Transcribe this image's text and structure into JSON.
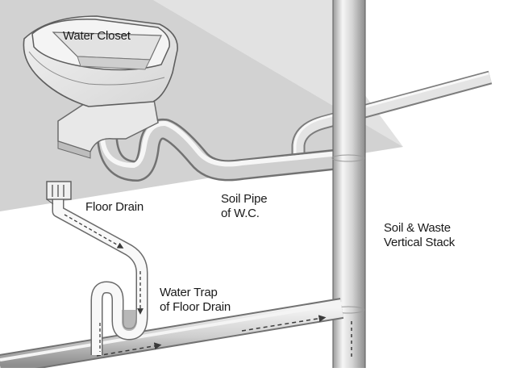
{
  "labels": {
    "water_closet": "Water Closet",
    "floor_drain": "Floor Drain",
    "soil_pipe_line1": "Soil Pipe",
    "soil_pipe_line2": "of W.C.",
    "stack_line1": "Soil & Waste",
    "stack_line2": "Vertical Stack",
    "trap_line1": "Water Trap",
    "trap_line2": "of Floor Drain"
  },
  "colors": {
    "floor_plane": "#d2d2d2",
    "pipe_light": "#f4f4f4",
    "pipe_mid": "#c4c4c4",
    "pipe_dark": "#8a8a8a",
    "outline": "#6a6a6a",
    "flow_arrow": "#3a3a3a"
  }
}
